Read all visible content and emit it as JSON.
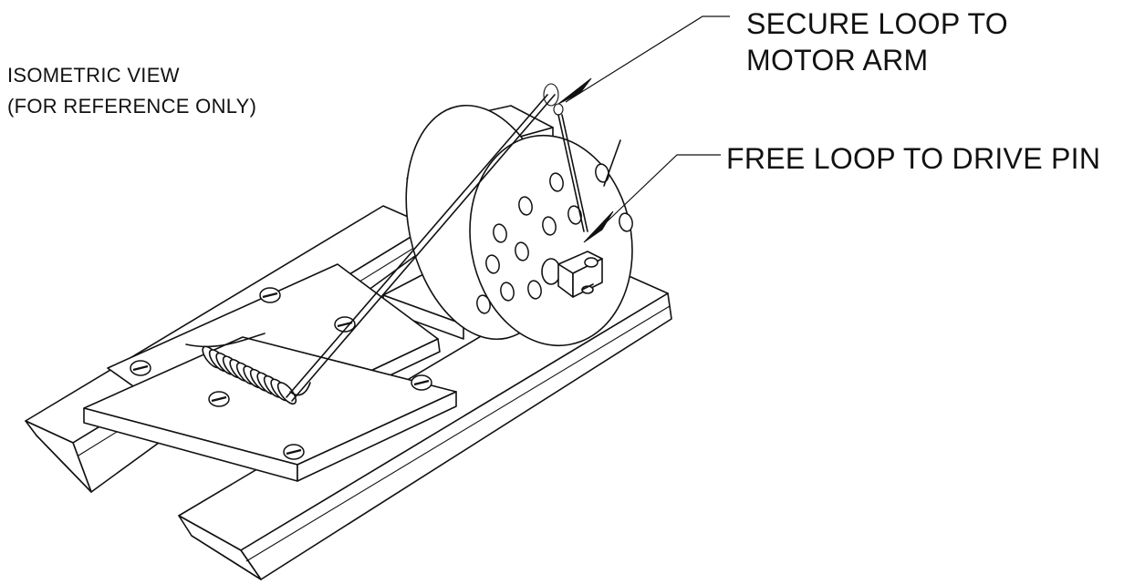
{
  "view_title": {
    "line1": "ISOMETRIC VIEW",
    "line2": "(FOR REFERENCE ONLY)"
  },
  "callouts": {
    "motor_arm": {
      "line1": "SECURE LOOP TO",
      "line2": "MOTOR ARM"
    },
    "drive_pin": {
      "text": "FREE LOOP TO DRIVE PIN"
    }
  },
  "colors": {
    "line": "#111111",
    "background": "#ffffff"
  }
}
